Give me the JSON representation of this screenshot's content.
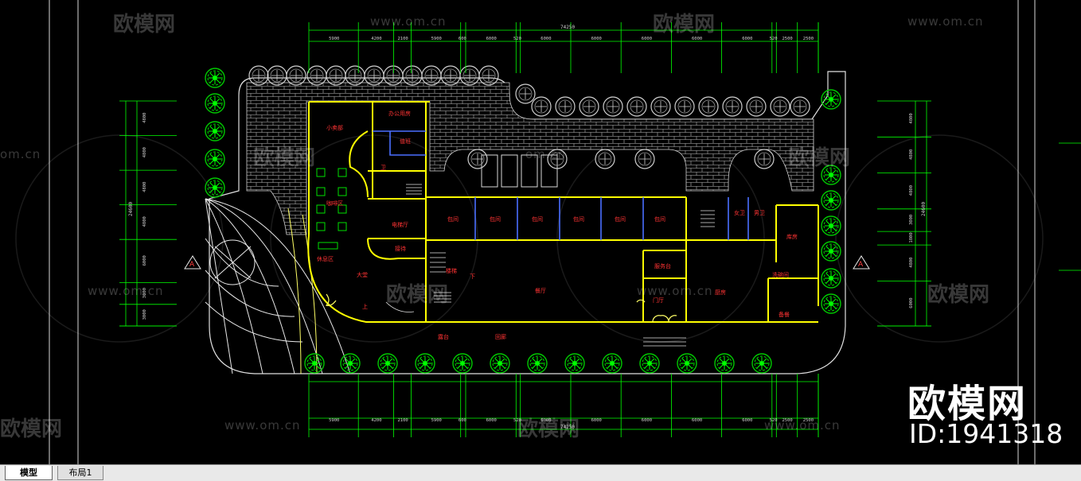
{
  "tabs": {
    "model": "模型",
    "layout1": "布局1"
  },
  "watermark": {
    "logo": "欧模网",
    "url": "www.om.cn",
    "url_short": "om.cn"
  },
  "brand": {
    "name": "欧模网",
    "id": "ID:1941318"
  },
  "dims": {
    "top": [
      "5900",
      "4200",
      "2100",
      "5900",
      "600",
      "6000",
      "520",
      "6000",
      "6000",
      "6000",
      "6000",
      "6000",
      "520",
      "2500",
      "2500"
    ],
    "total": "74250",
    "left": [
      "4800",
      "4800",
      "4800",
      "4800",
      "6000",
      "3000",
      "3000"
    ],
    "left_total": "24600",
    "right": [
      "4800",
      "4800",
      "4800",
      "3000",
      "1800",
      "4800",
      "6000"
    ],
    "right_total": "24600"
  },
  "rooms": {
    "shop": "小卖部",
    "office": "办公用房",
    "guard": "值班",
    "wc": "卫",
    "cafe": "咖啡区",
    "lounge": "休息区",
    "hall": "大堂",
    "elevator": "电梯厅",
    "stairs": "楼梯",
    "reception": "接待",
    "private": "包间",
    "restaurant": "餐厅",
    "service": "服务台",
    "foyer": "门厅",
    "kitchen": "厨房",
    "wash": "洗碗间",
    "prep": "备餐",
    "storage": "库房",
    "terrace": "露台",
    "corridor": "回廊",
    "up": "上",
    "down": "下",
    "wc_f": "女卫",
    "wc_m": "男卫",
    "section": "A"
  },
  "colors": {
    "background": "#000000",
    "wall": "#ffff00",
    "grid": "#00ff00",
    "tree": "#00cc00",
    "label": "#ff3333",
    "partition": "#4a6fff"
  }
}
